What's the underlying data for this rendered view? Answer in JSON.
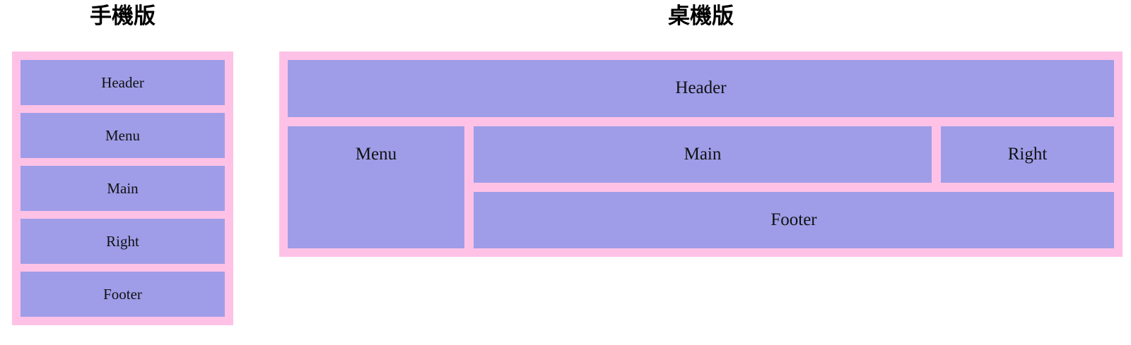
{
  "colors": {
    "page_background": "#ffffff",
    "container_pink": "#ffc2e6",
    "box_purple": "#9f9de8",
    "label_text": "#111111",
    "title_text": "#000000"
  },
  "mobile": {
    "title": "手機版",
    "boxes": [
      {
        "label": "Header"
      },
      {
        "label": "Menu"
      },
      {
        "label": "Main"
      },
      {
        "label": "Right"
      },
      {
        "label": "Footer"
      }
    ]
  },
  "desktop": {
    "title": "桌機版",
    "header_label": "Header",
    "menu_label": "Menu",
    "main_label": "Main",
    "right_label": "Right",
    "footer_label": "Footer"
  }
}
